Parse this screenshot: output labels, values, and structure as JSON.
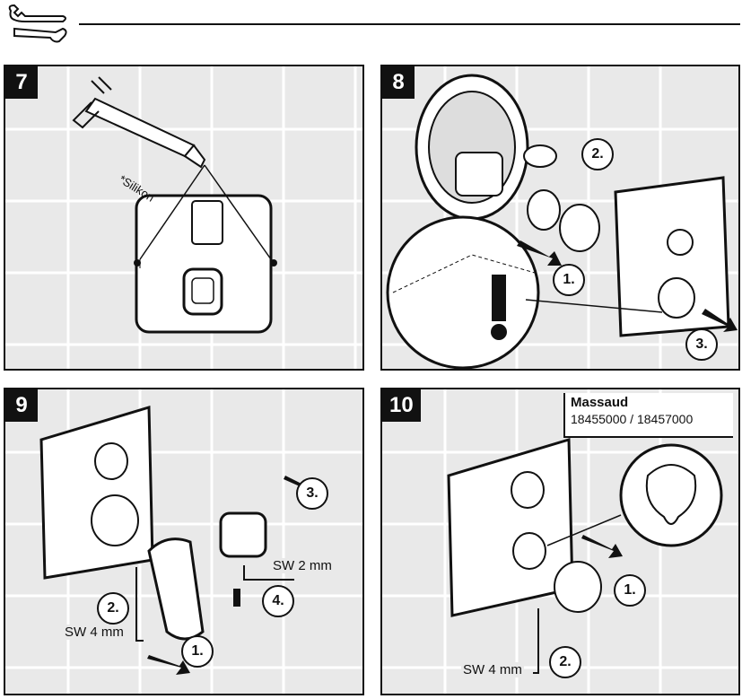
{
  "panels": [
    {
      "step": "7",
      "tube_label": "*Silikon"
    },
    {
      "step": "8",
      "callouts": [
        "2.",
        "1.",
        "3."
      ],
      "warning": "!"
    },
    {
      "step": "9",
      "callouts": [
        "3.",
        "2.",
        "4.",
        "1."
      ],
      "wrench_labels": [
        "SW 2 mm",
        "SW 4 mm"
      ]
    },
    {
      "step": "10",
      "callouts": [
        "1.",
        "2."
      ],
      "wrench_label": "SW 4 mm",
      "model": {
        "name": "Massaud",
        "codes": "18455000 / 18457000"
      }
    }
  ]
}
